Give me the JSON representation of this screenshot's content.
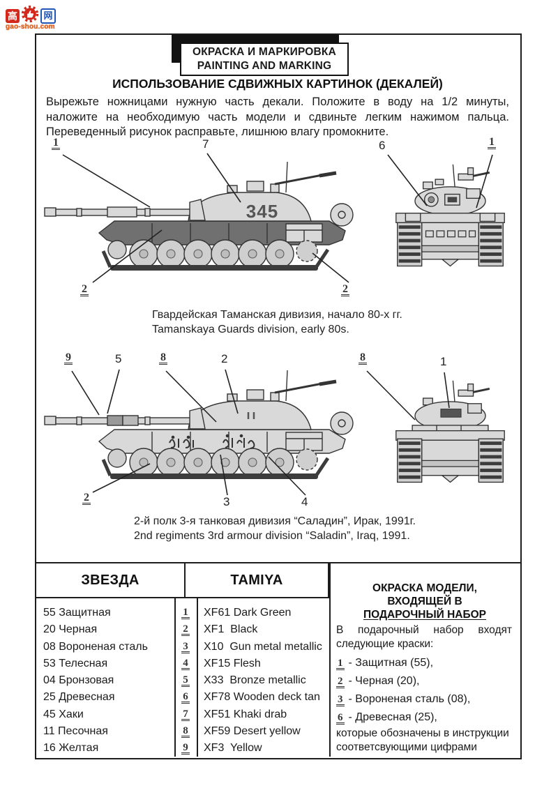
{
  "watermark": {
    "char_left": "高",
    "char_right": "网",
    "domain": "gao-shou.com"
  },
  "header": {
    "title_ru": "ОКРАСКА И МАРКИРОВКА",
    "title_en": "PAINTING AND MARKING"
  },
  "section_title": "ИСПОЛЬЗОВАНИЕ СДВИЖНЫХ КАРТИНОК (ДЕКАЛЕЙ)",
  "instructions": "Вырежьте ножницами нужную часть декали. Положите в воду на 1/2 минуты, наложите на необходимую часть модели и сдвиньте легким нажимом пальца. Переведенный рисунок расправьте, лишнюю влагу промокните.",
  "figure1": {
    "turret_number": "345",
    "callouts": {
      "c1": "1",
      "c2": "7",
      "c3": "6",
      "c4": "1",
      "c5": "2",
      "c6": "2"
    },
    "caption_ru": "Гвардейская Таманская дивизия, начало 80-х гг.",
    "caption_en": "Tamanskaya Guards division, early 80s."
  },
  "figure2": {
    "callouts": {
      "c1": "9",
      "c2": "5",
      "c3": "8",
      "c4": "2",
      "c5": "8",
      "c6": "1",
      "c7": "2",
      "c8": "3",
      "c9": "4"
    },
    "caption_ru": "2-й полк 3-я танковая дивизия “Саладин”, Ирак, 1991г.",
    "caption_en": "2nd regiments 3rd armour division “Saladin”, Iraq, 1991."
  },
  "paint_table": {
    "zvezda_header": "ЗВЕЗДА",
    "tamiya_header": "TAMIYA",
    "rows": [
      {
        "zvezda": "55 Защитная",
        "num": "1",
        "tamiya": "XF61 Dark Green"
      },
      {
        "zvezda": "20 Черная",
        "num": "2",
        "tamiya": "XF1  Black"
      },
      {
        "zvezda": "08 Вороненая сталь",
        "num": "3",
        "tamiya": "X10  Gun metal metallic"
      },
      {
        "zvezda": "53 Телесная",
        "num": "4",
        "tamiya": "XF15 Flesh"
      },
      {
        "zvezda": "04 Бронзовая",
        "num": "5",
        "tamiya": "X33  Bronze metallic"
      },
      {
        "zvezda": "25 Древесная",
        "num": "6",
        "tamiya": "XF78 Wooden deck tan"
      },
      {
        "zvezda": "45 Хаки",
        "num": "7",
        "tamiya": "XF51 Khaki drab"
      },
      {
        "zvezda": "11 Песочная",
        "num": "8",
        "tamiya": "XF59 Desert yellow"
      },
      {
        "zvezda": "16 Желтая",
        "num": "9",
        "tamiya": "XF3  Yellow"
      }
    ]
  },
  "gift_panel": {
    "title_line1": "ОКРАСКА МОДЕЛИ,",
    "title_line2": "ВХОДЯЩЕЙ В",
    "title_line3": "ПОДАРОЧНЫЙ НАБОР",
    "intro": "В подарочный набор входят следующие краски:",
    "items": [
      {
        "num": "1",
        "label": "- Защитная (55),"
      },
      {
        "num": "2",
        "label": "- Черная (20),"
      },
      {
        "num": "3",
        "label": "- Вороненая сталь (08),"
      },
      {
        "num": "6",
        "label": "- Древесная (25),"
      }
    ],
    "footer": "которые обозначены в инструкции соответсвующими цифрами"
  },
  "colors": {
    "accent_red": "#d3281c",
    "accent_blue": "#2155b8",
    "accent_orange": "#e2651b",
    "tank_dark_grey": "#707070",
    "tank_light_grey": "#d9d9d9"
  }
}
